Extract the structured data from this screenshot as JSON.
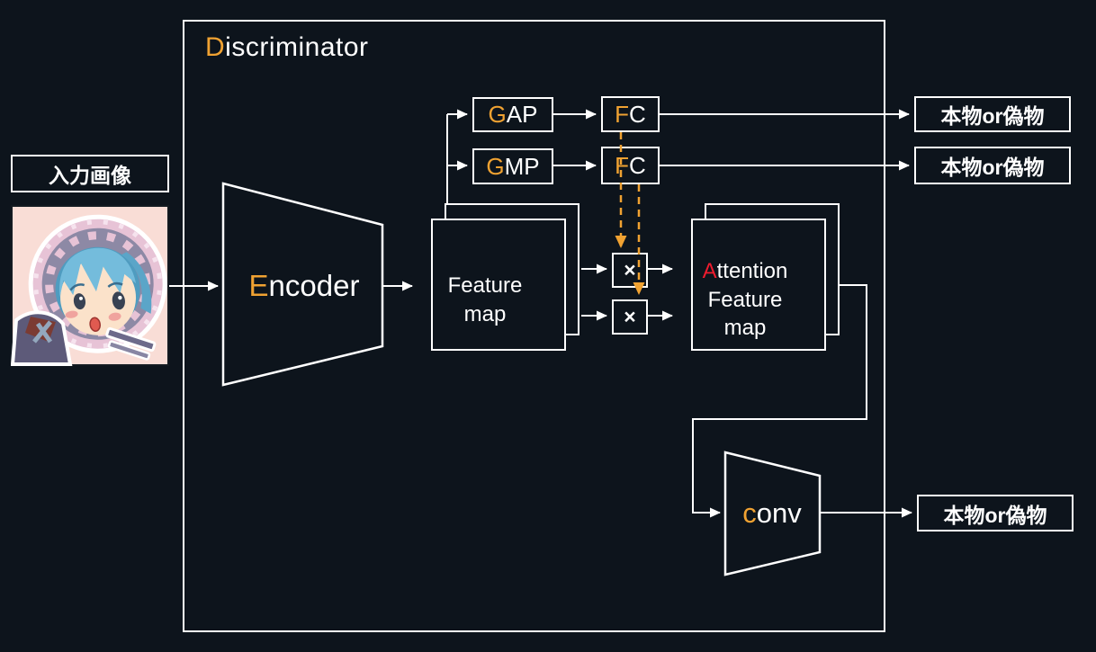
{
  "colors": {
    "background": "#0d141c",
    "line": "#ffffff",
    "accent_orange": "#f0a232",
    "accent_red": "#ee1c2e",
    "image_bg": "#f9ddd6"
  },
  "title": {
    "first": "D",
    "rest": "iscriminator"
  },
  "input": {
    "label": "入力画像",
    "image_alt": "anime character illustration"
  },
  "encoder": {
    "first": "E",
    "rest": "ncoder"
  },
  "feature_map": {
    "line1": "Feature",
    "line2": "map"
  },
  "pooling": {
    "gap": {
      "first": "G",
      "rest": "AP"
    },
    "gmp": {
      "first": "G",
      "rest": "MP"
    }
  },
  "fc": [
    {
      "first": "F",
      "rest": "C"
    },
    {
      "first": "F",
      "rest": "C"
    }
  ],
  "multiply": {
    "symbol": "×"
  },
  "attention": {
    "line1": {
      "first": "A",
      "rest": "ttention"
    },
    "line2": "Feature",
    "line3": "map"
  },
  "conv": {
    "first": "c",
    "rest": "onv"
  },
  "outputs": [
    "本物or偽物",
    "本物or偽物",
    "本物or偽物"
  ]
}
